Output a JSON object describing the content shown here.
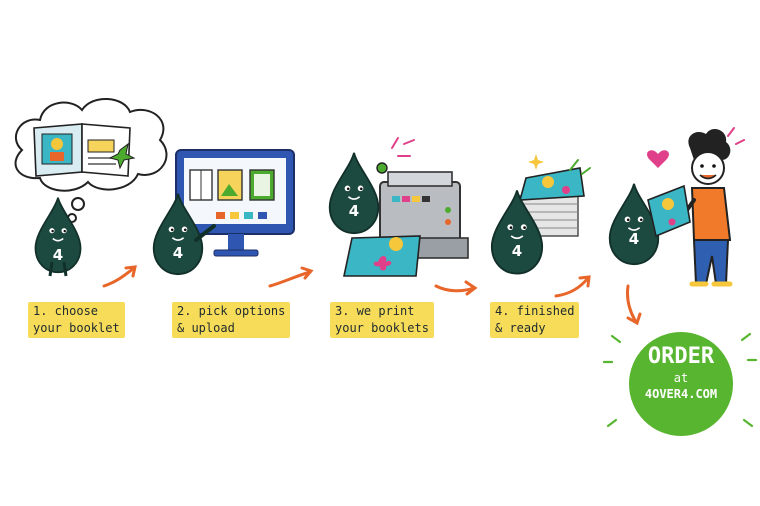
{
  "steps": [
    {
      "label": "1. choose\nyour booklet",
      "mascot_text": "4"
    },
    {
      "label": "2. pick options\n& upload",
      "mascot_text": "4"
    },
    {
      "label": "3. we print\nyour booklets",
      "mascot_text": "4"
    },
    {
      "label": "4. finished\n& ready",
      "mascot_text": "4"
    }
  ],
  "final_mascot_text": "4",
  "order_badge": {
    "line1": "ORDER",
    "line2": "at",
    "line3": "4OVER4.COM"
  },
  "colors": {
    "mascot": "#1d4a40",
    "label_bg": "#f7dc5a",
    "arrow": "#e8662a",
    "badge": "#58b530",
    "monitor": "#2f56b0",
    "person_shirt": "#f07a2a",
    "person_pants": "#2f5fb0"
  },
  "icons": [
    "thought-bubble-icon",
    "open-booklet-icon",
    "monitor-icon",
    "printer-icon",
    "booklet-stack-icon",
    "heart-icon",
    "sparkle-icon"
  ]
}
